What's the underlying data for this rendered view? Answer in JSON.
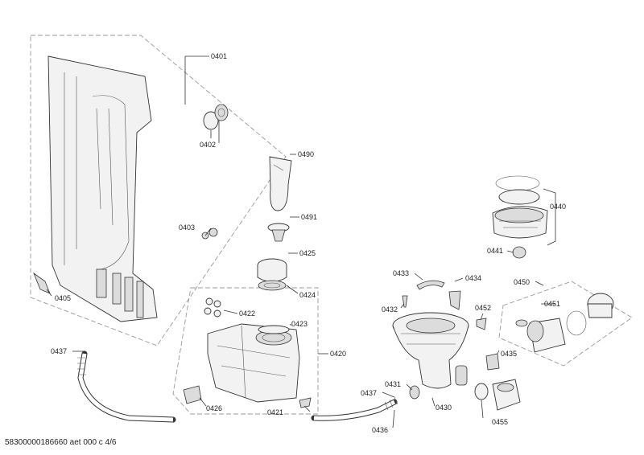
{
  "footer": "58300000186660 aet 000 c 4/6",
  "parts": [
    {
      "id": "p0401",
      "label": "0401"
    },
    {
      "id": "p0402",
      "label": "0402"
    },
    {
      "id": "p0403",
      "label": "0403"
    },
    {
      "id": "p0405",
      "label": "0405"
    },
    {
      "id": "p0437a",
      "label": "0437"
    },
    {
      "id": "p0490",
      "label": "0490"
    },
    {
      "id": "p0491",
      "label": "0491"
    },
    {
      "id": "p0425",
      "label": "0425"
    },
    {
      "id": "p0424",
      "label": "0424"
    },
    {
      "id": "p0422",
      "label": "0422"
    },
    {
      "id": "p0423",
      "label": "0423"
    },
    {
      "id": "p0420",
      "label": "0420"
    },
    {
      "id": "p0426",
      "label": "0426"
    },
    {
      "id": "p0421",
      "label": "0421"
    },
    {
      "id": "p0433",
      "label": "0433"
    },
    {
      "id": "p0434",
      "label": "0434"
    },
    {
      "id": "p0432",
      "label": "0432"
    },
    {
      "id": "p0452",
      "label": "0452"
    },
    {
      "id": "p0435",
      "label": "0435"
    },
    {
      "id": "p0431",
      "label": "0431"
    },
    {
      "id": "p0437b",
      "label": "0437"
    },
    {
      "id": "p0430",
      "label": "0430"
    },
    {
      "id": "p0436",
      "label": "0436"
    },
    {
      "id": "p0455",
      "label": "0455"
    },
    {
      "id": "p0440",
      "label": "0440"
    },
    {
      "id": "p0441",
      "label": "0441"
    },
    {
      "id": "p0450",
      "label": "0450"
    },
    {
      "id": "p0451",
      "label": "0451"
    }
  ]
}
